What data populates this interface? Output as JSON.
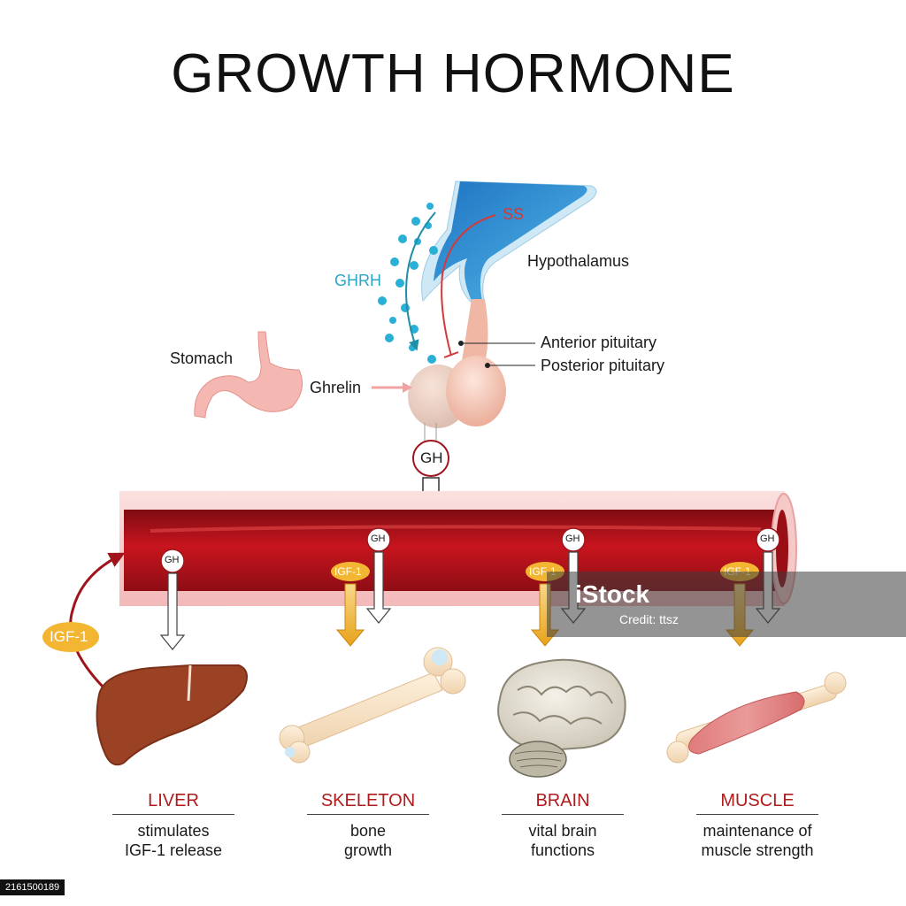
{
  "title": "GROWTH HORMONE",
  "labels": {
    "ss": "SS",
    "ghrh": "GHRH",
    "hypothalamus": "Hypothalamus",
    "anterior_pituitary": "Anterior pituitary",
    "posterior_pituitary": "Posterior pituitary",
    "stomach": "Stomach",
    "ghrelin": "Ghrelin",
    "gh": "GH",
    "igf1": "IGF-1"
  },
  "organs": [
    {
      "name": "LIVER",
      "desc_line1": "stimulates",
      "desc_line2": "IGF-1 release"
    },
    {
      "name": "SKELETON",
      "desc_line1": "bone",
      "desc_line2": "growth"
    },
    {
      "name": "BRAIN",
      "desc_line1": "vital brain",
      "desc_line2": "functions"
    },
    {
      "name": "MUSCLE",
      "desc_line1": "maintenance of",
      "desc_line2": "muscle strength"
    }
  ],
  "watermark": {
    "brand": "iStock",
    "credit": "Credit: ttsz"
  },
  "stock_id": "2161500189",
  "colors": {
    "artery_red": "#b3121a",
    "artery_wall": "#f6c9c9",
    "hypothalamus_blue": "#2a8fd0",
    "ghrh_cyan": "#2aa6c4",
    "ss_red": "#d23a3a",
    "igf_gold": "#f2b632",
    "liver_brown": "#9b4224",
    "organ_label_red": "#b01c1c"
  }
}
